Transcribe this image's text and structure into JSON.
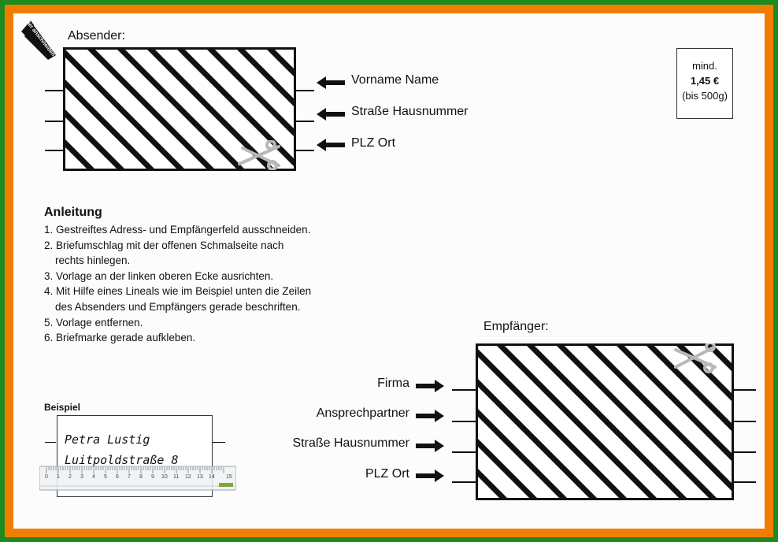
{
  "sender": {
    "heading": "Absender:",
    "corner_tag": "hier anschneiden",
    "fields": [
      "Vorname Name",
      "Straße Hausnummer",
      "PLZ Ort"
    ]
  },
  "stamp": {
    "line1": "mind.",
    "price": "1,45 €",
    "weight": "(bis 500g)"
  },
  "instructions": {
    "title": "Anleitung",
    "steps": [
      "1. Gestreiftes Adress- und Empfängerfeld ausschneiden.",
      "2. Briefumschlag mit der offenen Schmalseite nach rechts hinlegen.",
      "3. Vorlage an der linken oberen Ecke ausrichten.",
      "4. Mit Hilfe eines Lineals wie im Beispiel unten die Zeilen des Absenders und Empfängers gerade beschriften.",
      "5. Vorlage entfernen.",
      "6. Briefmarke gerade aufkleben."
    ]
  },
  "example": {
    "title": "Beispiel",
    "line1": "Petra Lustig",
    "line2": "Luitpoldstraße 8",
    "ruler_numbers": [
      "0",
      "1",
      "2",
      "3",
      "4",
      "5",
      "6",
      "7",
      "8",
      "9",
      "10",
      "11",
      "12",
      "13",
      "14",
      "15"
    ]
  },
  "recipient": {
    "heading": "Empfänger:",
    "fields": [
      "Firma",
      "Ansprechpartner",
      "Straße Hausnummer",
      "PLZ Ort"
    ]
  },
  "icons": {
    "scissors": "scissors-icon",
    "arrow": "arrow-icon",
    "corner": "corner-tag-icon"
  },
  "colors": {
    "outer_frame": "#1e8a1e",
    "inner_frame": "#f07d00",
    "stripe": "#111111",
    "scissors": "#b8b8b8"
  }
}
